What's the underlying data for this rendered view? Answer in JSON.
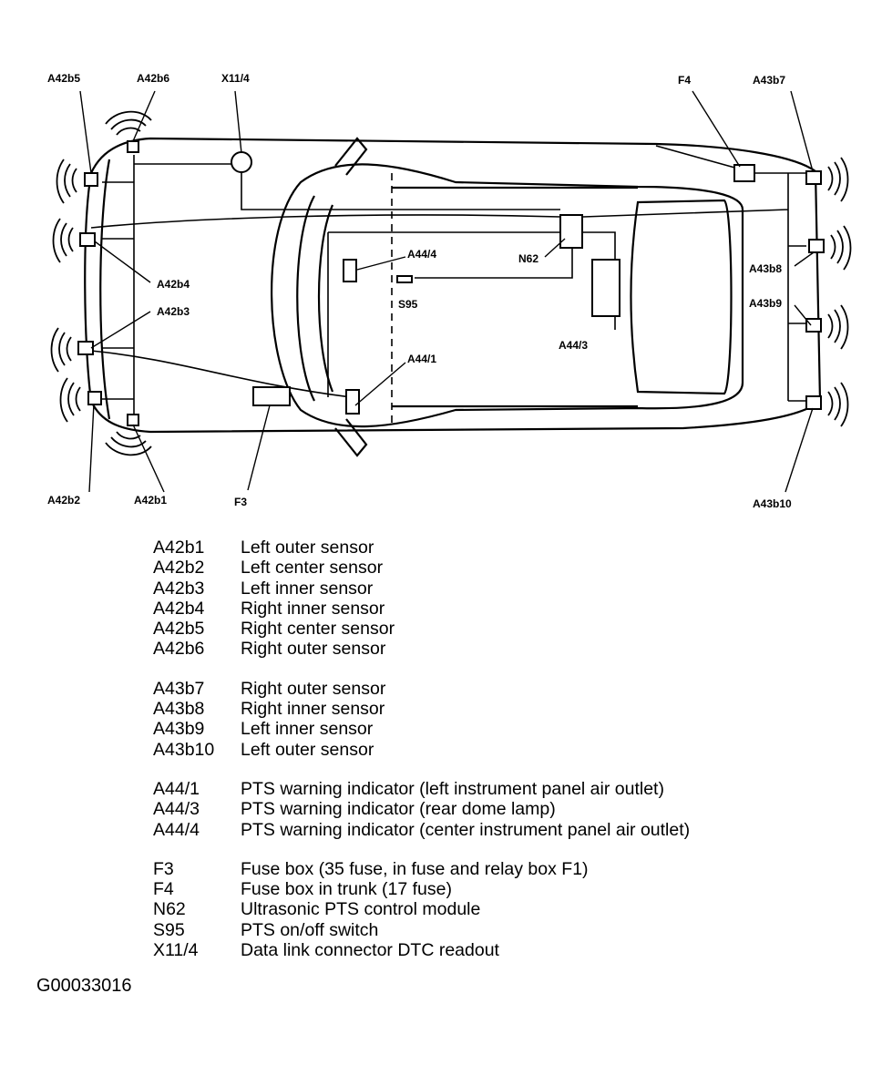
{
  "callouts": {
    "a42b5": "A42b5",
    "a42b6": "A42b6",
    "x11_4": "X11/4",
    "f4": "F4",
    "a43b7": "A43b7",
    "a42b4": "A42b4",
    "a42b3": "A42b3",
    "a44_4": "A44/4",
    "n62": "N62",
    "s95": "S95",
    "a44_3": "A44/3",
    "a44_1": "A44/1",
    "a43b8": "A43b8",
    "a43b9": "A43b9",
    "a42b2": "A42b2",
    "a42b1": "A42b1",
    "f3": "F3",
    "a43b10": "A43b10"
  },
  "legend": {
    "groups": [
      {
        "items": [
          {
            "code": "A42b1",
            "desc": "Left outer sensor"
          },
          {
            "code": "A42b2",
            "desc": "Left center sensor"
          },
          {
            "code": "A42b3",
            "desc": "Left inner sensor"
          },
          {
            "code": "A42b4",
            "desc": "Right inner sensor"
          },
          {
            "code": "A42b5",
            "desc": "Right center sensor"
          },
          {
            "code": "A42b6",
            "desc": "Right outer sensor"
          }
        ]
      },
      {
        "items": [
          {
            "code": "A43b7",
            "desc": "Right outer sensor"
          },
          {
            "code": "A43b8",
            "desc": "Right inner sensor"
          },
          {
            "code": "A43b9",
            "desc": "Left inner sensor"
          },
          {
            "code": "A43b10",
            "desc": "Left outer sensor"
          }
        ]
      },
      {
        "items": [
          {
            "code": "A44/1",
            "desc": "PTS warning indicator (left instrument panel air outlet)"
          },
          {
            "code": "A44/3",
            "desc": "PTS warning indicator (rear dome lamp)"
          },
          {
            "code": "A44/4",
            "desc": "PTS warning indicator (center instrument panel air outlet)"
          }
        ]
      },
      {
        "items": [
          {
            "code": "F3",
            "desc": "Fuse box (35 fuse, in fuse and relay box F1)"
          },
          {
            "code": "F4",
            "desc": "Fuse box in trunk (17 fuse)"
          },
          {
            "code": "N62",
            "desc": "Ultrasonic PTS control module"
          },
          {
            "code": "S95",
            "desc": "PTS on/off switch"
          },
          {
            "code": "X11/4",
            "desc": "Data link connector DTC readout"
          }
        ]
      }
    ]
  },
  "figure_id": "G00033016"
}
